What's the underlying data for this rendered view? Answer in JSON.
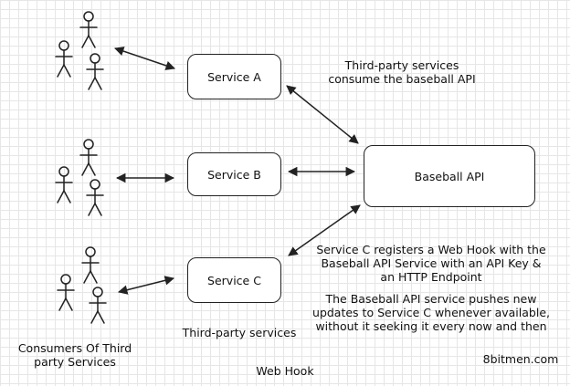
{
  "services": {
    "a_label": "Service A",
    "b_label": "Service B",
    "c_label": "Service C"
  },
  "api": {
    "label": "Baseball API"
  },
  "notes": {
    "consume_line1": "Third-party services",
    "consume_line2": "consume the baseball API",
    "register_line1": "Service C registers a Web Hook with the",
    "register_line2": "Baseball API Service with an API Key &",
    "register_line3": "an HTTP Endpoint",
    "push_line1": "The Baseball API service pushes new",
    "push_line2": "updates to Service C whenever available,",
    "push_line3": "without it seeking it every now and then"
  },
  "labels": {
    "third_party": "Third-party services",
    "consumers_line1": "Consumers Of Third",
    "consumers_line2": "party Services",
    "web_hook": "Web Hook",
    "watermark": "8bitmen.com"
  },
  "icons": [
    "user-icon"
  ],
  "colors": {
    "stroke": "#222222",
    "grid": "#e6e6e6",
    "background": "#ffffff"
  }
}
